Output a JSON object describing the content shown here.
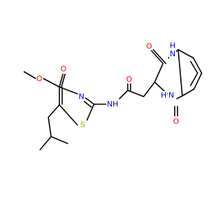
{
  "structure": {
    "colors": {
      "carbon": "#000000",
      "oxygen": "#ff0000",
      "nitrogen": "#0000ff",
      "sulfur": "#b8a000"
    },
    "labels": {
      "ester_carbonyl_o": "O",
      "ester_alkoxy_o": "O",
      "thiazole_n": "N",
      "thiazole_s": "S",
      "amide_nh": "NH",
      "amide_o": "O",
      "ring_o_top": "O",
      "ring_nh_top": "H",
      "ring_nh_top_n": "N",
      "ring_nh_bottom": "N",
      "ring_nh_bottom_h": "H",
      "ring_o_bottom": "O"
    }
  }
}
